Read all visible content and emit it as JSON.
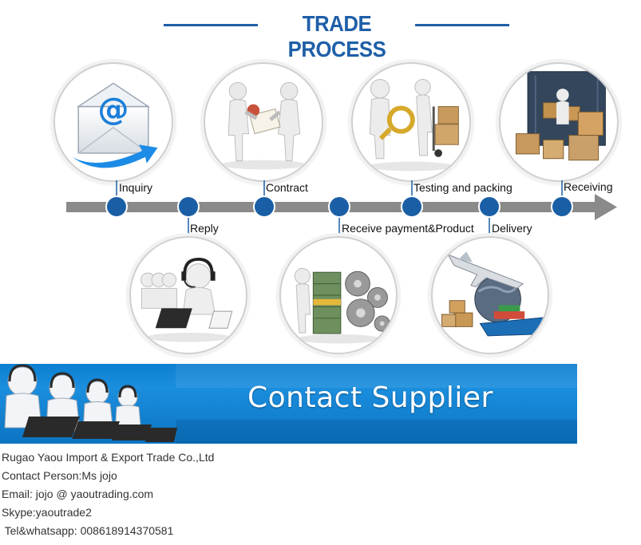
{
  "header": {
    "title": "TRADE PROCESS"
  },
  "process_steps": {
    "top": [
      {
        "label": "Inquiry",
        "icon": "email-icon"
      },
      {
        "label": "Contract",
        "icon": "handshake-icon"
      },
      {
        "label": "Testing and packing",
        "icon": "inspection-icon"
      },
      {
        "label": "Receiving",
        "icon": "container-icon"
      }
    ],
    "bottom": [
      {
        "label": "Reply",
        "icon": "headset-icon"
      },
      {
        "label": "Receive payment&Product",
        "icon": "money-gears-icon"
      },
      {
        "label": "Delivery",
        "icon": "shipping-icon"
      }
    ]
  },
  "banner": {
    "text": "Contact Supplier"
  },
  "contact": {
    "company": "Rugao Yaou Import & Export Trade Co.,Ltd",
    "person": "Contact Person:Ms jojo",
    "email": "Email: jojo @ yaoutrading.com",
    "skype": "Skype:yaoutrade2",
    "tel": " Tel&whatsapp: 008618914370581"
  },
  "colors": {
    "title_blue": "#1f5fa8",
    "node_blue": "#1a5fa6",
    "arrow_gray": "#8a8a8a",
    "banner_blue": "#0c7fd0"
  }
}
